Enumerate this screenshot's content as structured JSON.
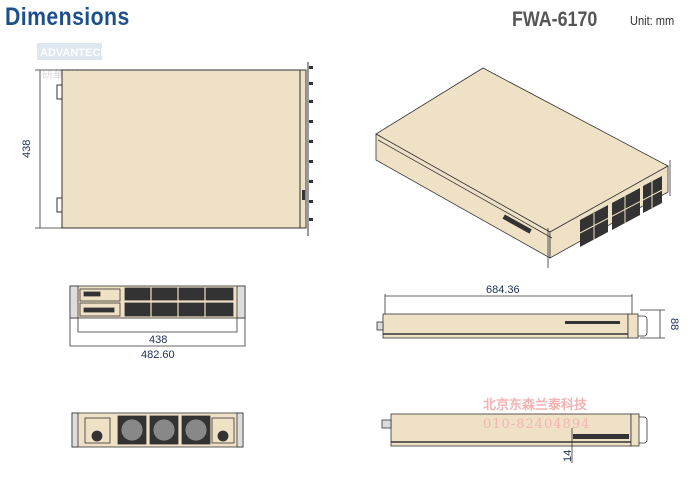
{
  "header": {
    "title": "Dimensions",
    "model": "FWA-6170",
    "unit": "Unit: mm"
  },
  "dimensions": {
    "top_depth": "438",
    "front_inner_width": "438",
    "front_outer_width": "482.60",
    "side_length": "684.36",
    "side_height": "88",
    "bottom_offset": "14"
  },
  "watermarks": {
    "logo": "ADVANTECH",
    "logo_cn": "研華科技",
    "company": "北京东森兰泰科技",
    "phone": "010-82404894"
  },
  "colors": {
    "chassis": "#efe1c6",
    "title": "#1d4f8c",
    "outline": "#333333",
    "dim_text": "#1c2f55"
  }
}
